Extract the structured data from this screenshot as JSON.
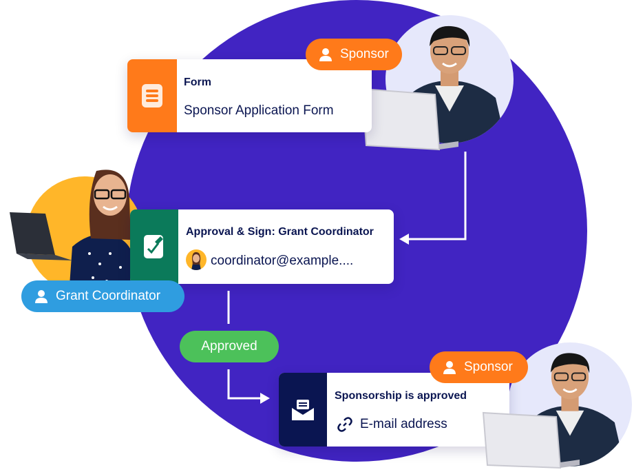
{
  "colors": {
    "circle": "#4124c2",
    "orange": "#ff7a1a",
    "green_dark": "#0b7a5a",
    "navy": "#0a1551",
    "blue_pill": "#2f9de0",
    "approved": "#4cc15a",
    "yellow": "#ffb629",
    "lavender": "#e6e8fb"
  },
  "nodes": {
    "form_card": {
      "title": "Form",
      "subtitle": "Sponsor Application Form",
      "icon": "form-icon"
    },
    "approval_card": {
      "title": "Approval & Sign: Grant Coordinator",
      "email": "coordinator@example....",
      "icon": "sign-icon"
    },
    "email_card": {
      "title": "Sponsorship is approved",
      "subtitle": "E-mail address",
      "icon": "envelope-icon"
    }
  },
  "roles": {
    "sponsor_top": "Sponsor",
    "coordinator": "Grant Coordinator",
    "sponsor_bottom": "Sponsor"
  },
  "status": {
    "approved": "Approved"
  }
}
